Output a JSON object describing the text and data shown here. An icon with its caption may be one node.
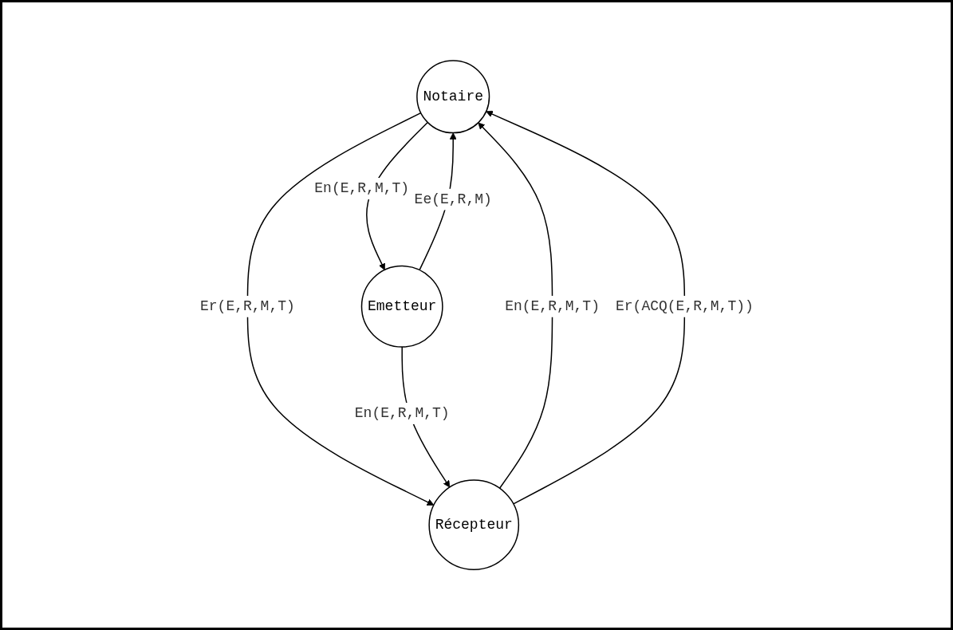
{
  "diagram": {
    "nodes": [
      {
        "text": [
          "Notaire"
        ]
      },
      {
        "text": [
          "Emetteur"
        ]
      },
      {
        "text": [
          "Récepteur"
        ]
      }
    ],
    "edges": [
      {
        "from": 1,
        "to": 0,
        "arrow": "to",
        "label": "Ee(E,R,M)"
      },
      {
        "from": 0,
        "to": 1,
        "arrow": "to",
        "label": "En(E,R,M,T)"
      },
      {
        "from": 0,
        "to": 2,
        "arrow": "to",
        "label": "Er(E,R,M,T)"
      },
      {
        "from": 2,
        "to": 0,
        "arrow": "to",
        "label": "En(E,R,M,T)"
      },
      {
        "from": 2,
        "to": 0,
        "arrow": "to",
        "label": "Er(ACQ(E,R,M,T))"
      },
      {
        "from": 1,
        "to": 2,
        "arrow": "to",
        "label": "En(E,R,M,T)"
      }
    ]
  }
}
